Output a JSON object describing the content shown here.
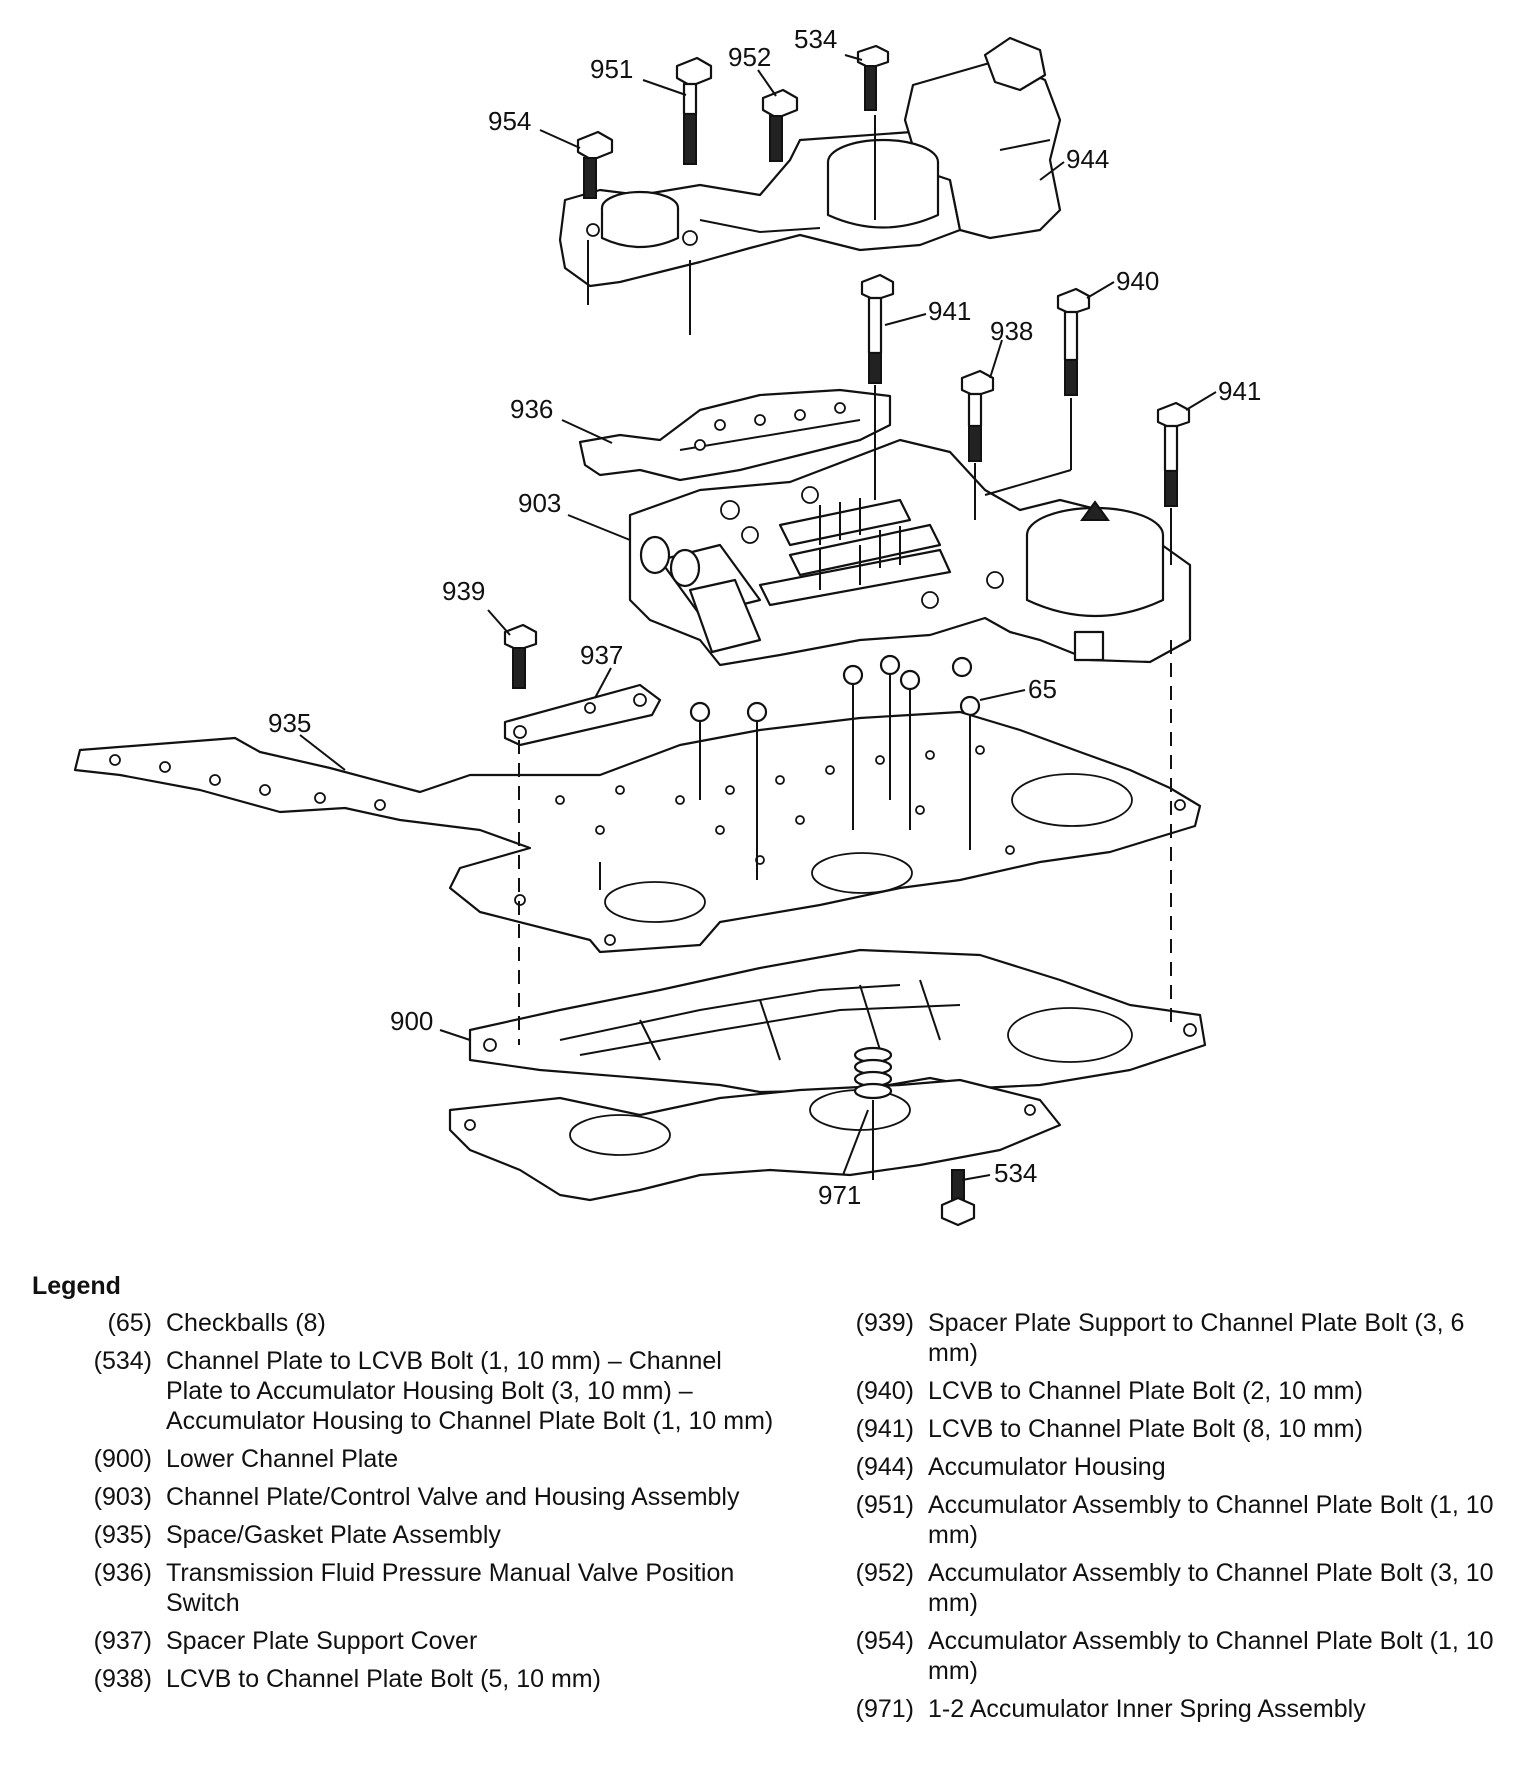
{
  "callouts": {
    "c951": "951",
    "c952": "952",
    "c534_top": "534",
    "c954": "954",
    "c944": "944",
    "c941_a": "941",
    "c940": "940",
    "c938": "938",
    "c941_b": "941",
    "c936": "936",
    "c903": "903",
    "c939": "939",
    "c937": "937",
    "c65": "65",
    "c935": "935",
    "c900": "900",
    "c534_bottom": "534",
    "c971": "971"
  },
  "legend": {
    "title": "Legend",
    "left": [
      {
        "num": "(65)",
        "desc": "Checkballs (8)"
      },
      {
        "num": "(534)",
        "desc": "Channel Plate to LCVB Bolt (1, 10 mm) – Channel Plate to Accumulator Housing Bolt (3, 10 mm) – Accumulator Housing to Channel Plate Bolt (1, 10 mm)"
      },
      {
        "num": "(900)",
        "desc": "Lower Channel Plate"
      },
      {
        "num": "(903)",
        "desc": "Channel Plate/Control Valve and Housing Assembly"
      },
      {
        "num": "(935)",
        "desc": "Space/Gasket Plate Assembly"
      },
      {
        "num": "(936)",
        "desc": "Transmission Fluid Pressure Manual Valve Position Switch"
      },
      {
        "num": "(937)",
        "desc": "Spacer Plate Support Cover"
      },
      {
        "num": "(938)",
        "desc": "LCVB to Channel Plate Bolt (5, 10 mm)"
      }
    ],
    "right": [
      {
        "num": "(939)",
        "desc": "Spacer Plate Support to Channel Plate Bolt (3, 6 mm)"
      },
      {
        "num": "(940)",
        "desc": "LCVB to Channel Plate Bolt (2, 10 mm)"
      },
      {
        "num": "(941)",
        "desc": "LCVB to Channel Plate Bolt (8, 10 mm)"
      },
      {
        "num": "(944)",
        "desc": "Accumulator Housing"
      },
      {
        "num": "(951)",
        "desc": "Accumulator Assembly to Channel Plate Bolt (1, 10 mm)"
      },
      {
        "num": "(952)",
        "desc": "Accumulator Assembly to Channel Plate Bolt (3, 10 mm)"
      },
      {
        "num": "(954)",
        "desc": "Accumulator Assembly to Channel Plate Bolt (1, 10 mm)"
      },
      {
        "num": "(971)",
        "desc": "1-2 Accumulator Inner Spring Assembly"
      }
    ]
  }
}
